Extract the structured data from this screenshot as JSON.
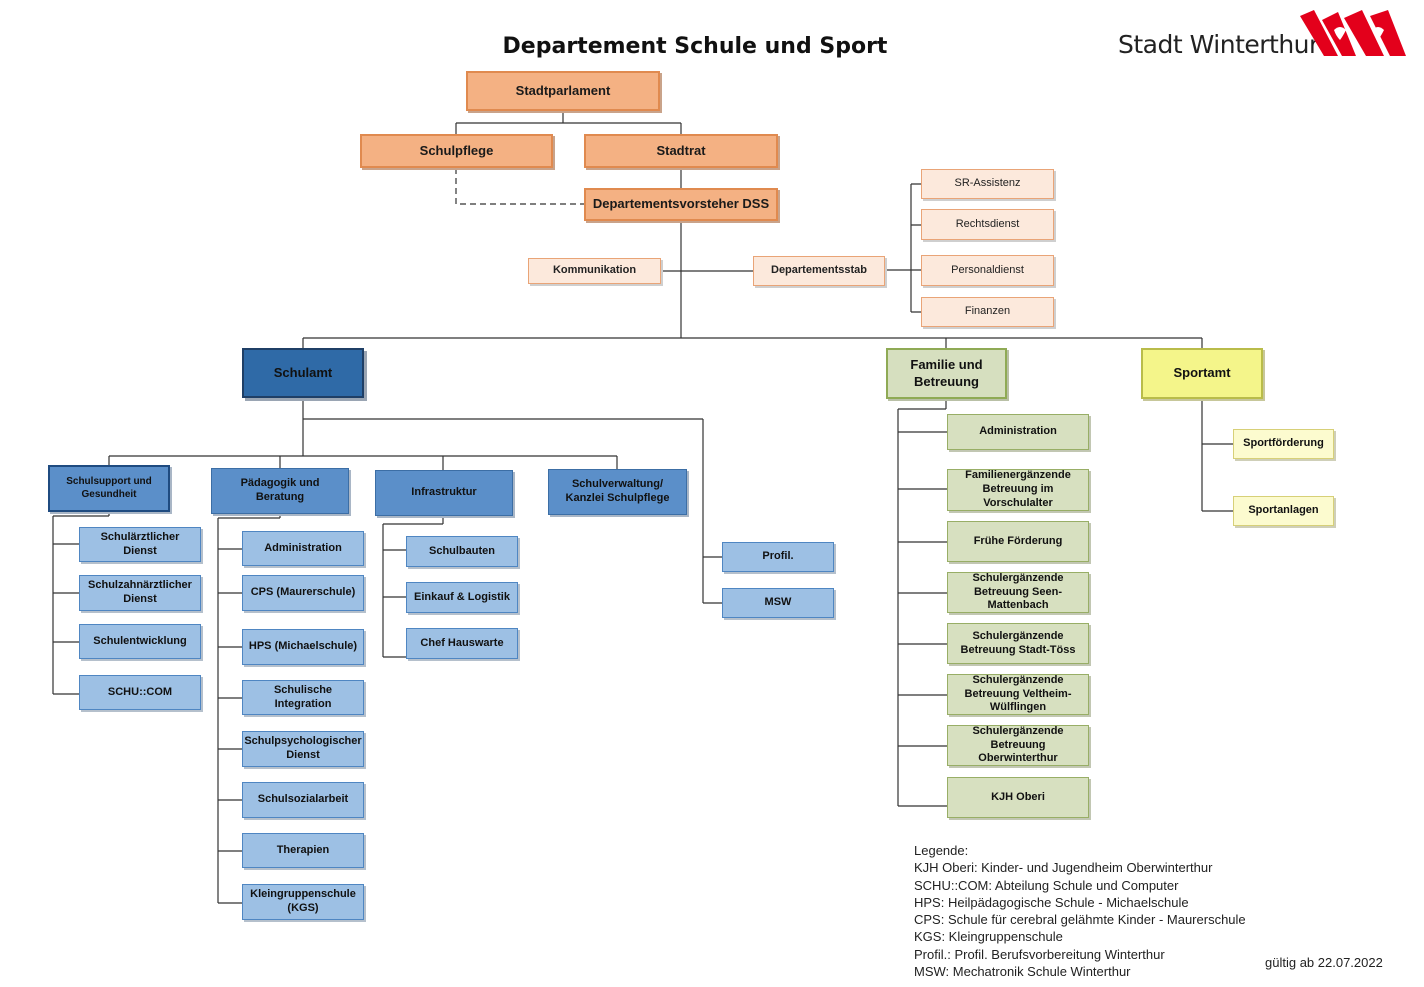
{
  "header": {
    "title": "Departement Schule und Sport",
    "logo_text": "Stadt Winterthur",
    "logo_colors": {
      "red": "#e3001b",
      "white": "#ffffff"
    }
  },
  "colors": {
    "orange": "#f4b183",
    "orange_light": "#fce9dc",
    "blue_dark": "#2f6aa7",
    "blue_mid": "#5b8fc9",
    "blue_light": "#9dc0e4",
    "green": "#d6dfbf",
    "yellow": "#f4f58a",
    "yellow_light": "#fcfbcf"
  },
  "top": {
    "stadtparlament": "Stadtparlament",
    "schulpflege": "Schulpflege",
    "stadtrat": "Stadtrat",
    "departementsvorsteher": "Departementsvorsteher DSS",
    "kommunikation": "Kommunikation",
    "departementsstab": "Departementsstab"
  },
  "stab": [
    "SR-Assistenz",
    "Rechtsdienst",
    "Personaldienst",
    "Finanzen"
  ],
  "schulamt": {
    "label": "Schulamt",
    "schulsupport": {
      "label": "Schulsupport und Gesundheit",
      "items": [
        "Schulärztlicher Dienst",
        "Schulzahnärztlicher Dienst",
        "Schulentwicklung",
        "SCHU::COM"
      ]
    },
    "paedagogik": {
      "label": "Pädagogik und Beratung",
      "items": [
        "Administration",
        "CPS (Maurerschule)",
        "HPS (Michaelschule)",
        "Schulische Integration",
        "Schulpsychologischer Dienst",
        "Schulsozialarbeit",
        "Therapien",
        "Kleingruppenschule (KGS)"
      ]
    },
    "infrastruktur": {
      "label": "Infrastruktur",
      "items": [
        "Schulbauten",
        "Einkauf & Logistik",
        "Chef Hauswarte"
      ]
    },
    "schulverwaltung": {
      "label": "Schulverwaltung/ Kanzlei Schulpflege"
    },
    "direct": [
      "Profil.",
      "MSW"
    ]
  },
  "familie": {
    "label": "Familie und Betreuung",
    "items": [
      "Administration",
      "Familienergänzende Betreuung im Vorschulalter",
      "Frühe Förderung",
      "Schulergänzende Betreuung Seen-Mattenbach",
      "Schulergänzende Betreuung Stadt-Töss",
      "Schulergänzende Betreuung Veltheim-Wülflingen",
      "Schulergänzende Betreuung Oberwinterthur",
      "KJH Oberi"
    ]
  },
  "sportamt": {
    "label": "Sportamt",
    "items": [
      "Sportförderung",
      "Sportanlagen"
    ]
  },
  "legend": {
    "title": "Legende:",
    "entries": [
      "KJH Oberi: Kinder- und Jugendheim Oberwinterthur",
      "SCHU::COM: Abteilung Schule und Computer",
      "HPS: Heilpädagogische Schule - Michaelschule",
      "CPS: Schule für cerebral gelähmte Kinder - Maurerschule",
      "KGS: Kleingruppenschule",
      "Profil.: Profil. Berufsvorbereitung Winterthur",
      "MSW: Mechatronik Schule Winterthur"
    ]
  },
  "footer": {
    "valid_from": "gültig ab 22.07.2022"
  }
}
